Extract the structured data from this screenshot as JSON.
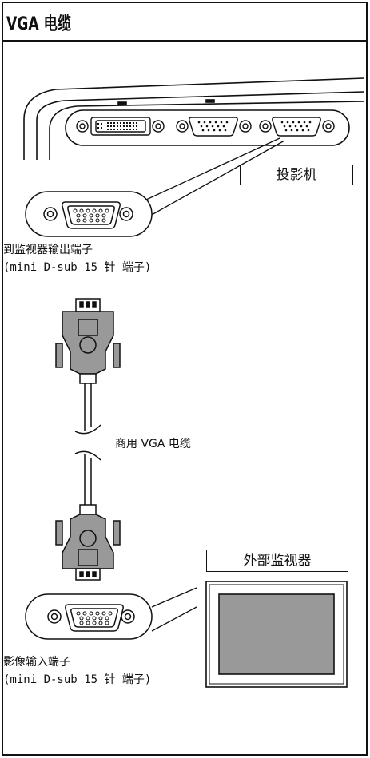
{
  "title": "VGA 电缆",
  "projector_label": "投影机",
  "monitor_out_port": {
    "line1": "到监视器输出端子",
    "line2": "(mini D-sub 15 针 端子)"
  },
  "cable_label": "商用 VGA 电缆",
  "external_monitor_label": "外部监视器",
  "video_in_port": {
    "line1": "影像输入端子",
    "line2": "(mini D-sub 15 针 端子)"
  }
}
